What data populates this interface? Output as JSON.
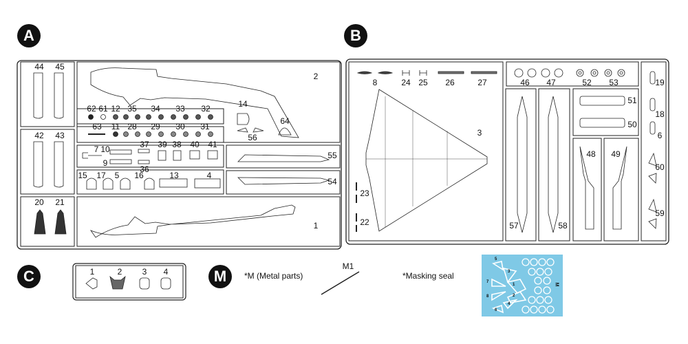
{
  "sprue_a": {
    "letter": "A",
    "parts": {
      "p44": "44",
      "p45": "45",
      "p42": "42",
      "p43": "43",
      "p20": "20",
      "p21": "21",
      "p2": "2",
      "p14": "14",
      "p64": "64",
      "p56": "56",
      "p62": "62",
      "p61": "61",
      "p12": "12",
      "p35": "35",
      "p34": "34",
      "p33": "33",
      "p32": "32",
      "p63": "63",
      "p11": "11",
      "p28": "28",
      "p29": "29",
      "p30": "30",
      "p31": "31",
      "p7": "7",
      "p10": "10",
      "p9": "9",
      "p37": "37",
      "p39": "39",
      "p38": "38",
      "p40": "40",
      "p41": "41",
      "p36": "36",
      "p15": "15",
      "p17": "17",
      "p5": "5",
      "p16": "16",
      "p13": "13",
      "p4": "4",
      "p55": "55",
      "p54": "54",
      "p1": "1"
    }
  },
  "sprue_b": {
    "letter": "B",
    "parts": {
      "p8": "8",
      "p24": "24",
      "p25": "25",
      "p26": "26",
      "p27": "27",
      "p3": "3",
      "p23": "23",
      "p22": "22",
      "p46": "46",
      "p47": "47",
      "p52": "52",
      "p53": "53",
      "p57": "57",
      "p58": "58",
      "p51": "51",
      "p50": "50",
      "p48": "48",
      "p49": "49",
      "p19": "19",
      "p18": "18",
      "p6": "6",
      "p60": "60",
      "p59": "59"
    }
  },
  "sprue_c": {
    "letter": "C",
    "parts": {
      "p1": "1",
      "p2": "2",
      "p3": "3",
      "p4": "4"
    }
  },
  "metal": {
    "letter": "M",
    "caption": "*M (Metal parts)",
    "part": "M1"
  },
  "masking": {
    "caption": "*Masking seal",
    "sheet_color": "#7fc9e6",
    "pieces": [
      "1",
      "2",
      "3",
      "4",
      "5",
      "6",
      "7",
      "8"
    ],
    "mark": "M"
  }
}
